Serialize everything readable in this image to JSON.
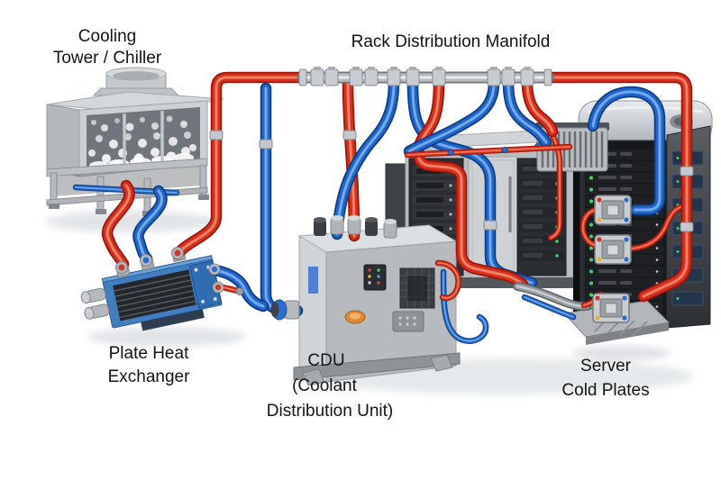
{
  "diagram": {
    "labels": {
      "cooling_tower": [
        "Cooling",
        "Tower / Chiller"
      ],
      "manifold": "Rack Distribution Manifold",
      "heat_exchanger": [
        "Plate Heat",
        "Exchanger"
      ],
      "cdu": [
        "CDU",
        "(Coolant",
        "Distribution Unit)"
      ],
      "cold_plates": [
        "Server",
        "Cold Plates"
      ]
    },
    "colors": {
      "background": "#ffffff",
      "hot_loop_pipe": "#d6301b",
      "cold_loop_pipe": "#1e66cb",
      "manifold_pipe": "#b7bbc0",
      "label_text": "#141414",
      "rack_led_green": "#3fd46c"
    }
  }
}
